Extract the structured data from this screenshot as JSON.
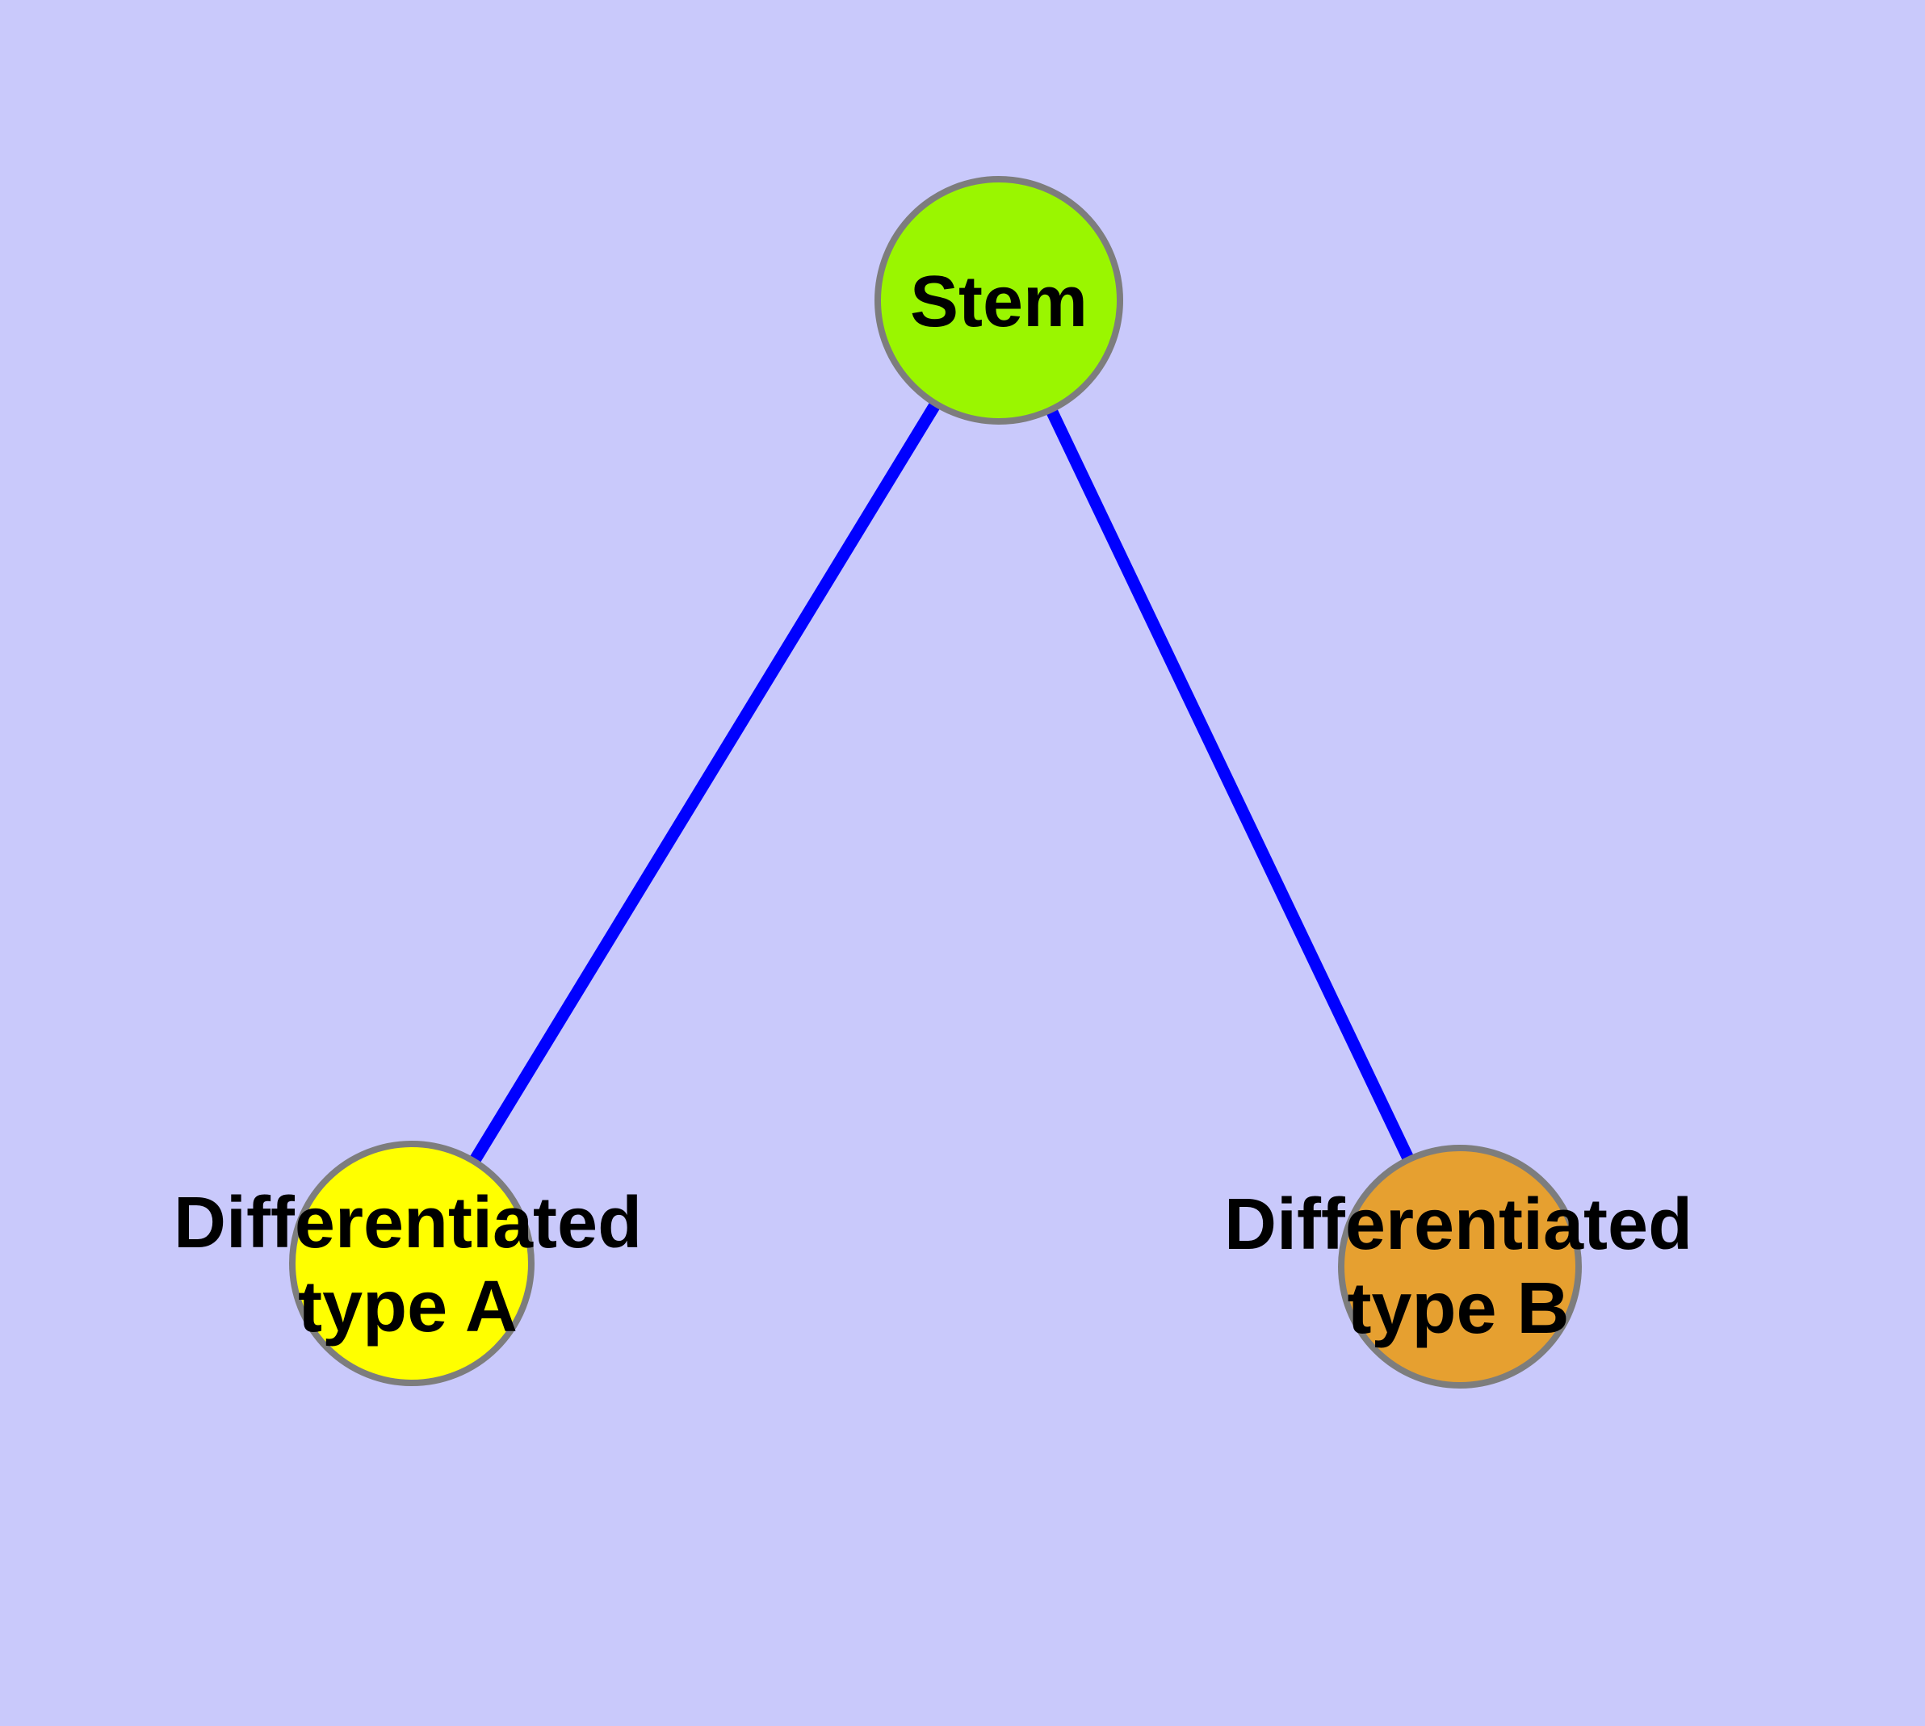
{
  "diagram": {
    "background_color": "#C9C9FB",
    "edge_color": "#0000FF",
    "node_border_color": "#7D7D7D",
    "label_color": "#000000",
    "nodes": {
      "stem": {
        "label": "Stem",
        "color": "#9AF600"
      },
      "type_a": {
        "label": "Differentiated\ntype A",
        "color": "#FFFF00"
      },
      "type_b": {
        "label": "Differentiated\ntype B",
        "color": "#E6A030"
      }
    },
    "edges": [
      {
        "from": "Stem",
        "to": "Differentiated type A"
      },
      {
        "from": "Stem",
        "to": "Differentiated type B"
      }
    ]
  }
}
